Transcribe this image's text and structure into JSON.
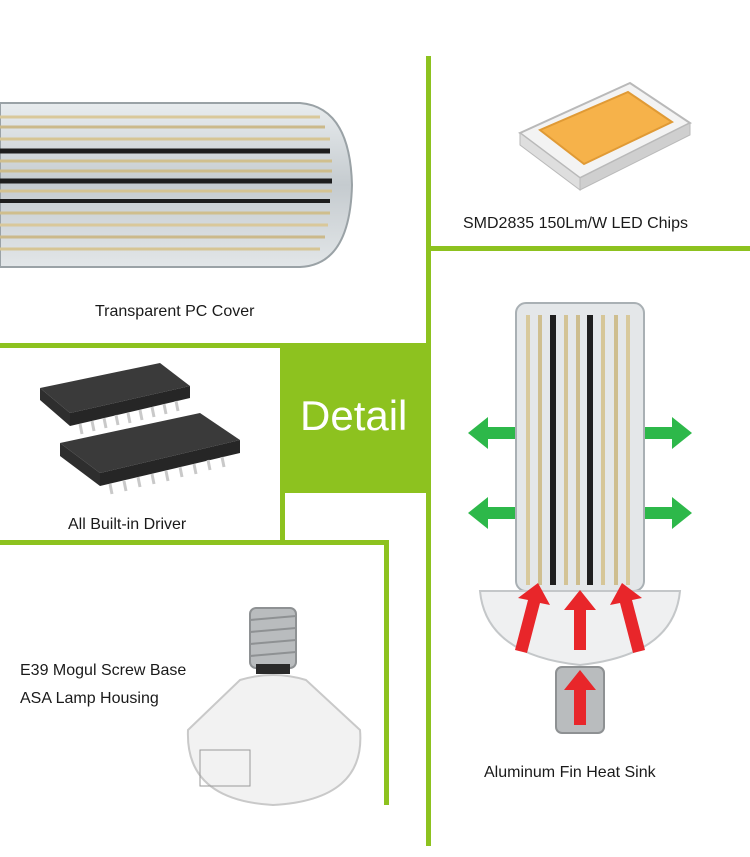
{
  "center_label": "Detail",
  "captions": {
    "pc_cover": "Transparent PC Cover",
    "led_chips": "SMD2835 150Lm/W LED Chips",
    "driver": "All Built-in Driver",
    "base_line1": "E39 Mogul Screw Base",
    "base_line2": "ASA Lamp Housing",
    "heat_sink": "Aluminum Fin Heat Sink"
  },
  "colors": {
    "accent_green": "#8dc21f",
    "arrow_green": "#2db84a",
    "arrow_red": "#e8262a",
    "led_chip": "#f6b24a"
  },
  "icons": [
    "led-strip-bulb-image",
    "smd-led-chip-image",
    "driver-ic-chip-image",
    "mogul-base-image",
    "corn-bulb-image"
  ]
}
